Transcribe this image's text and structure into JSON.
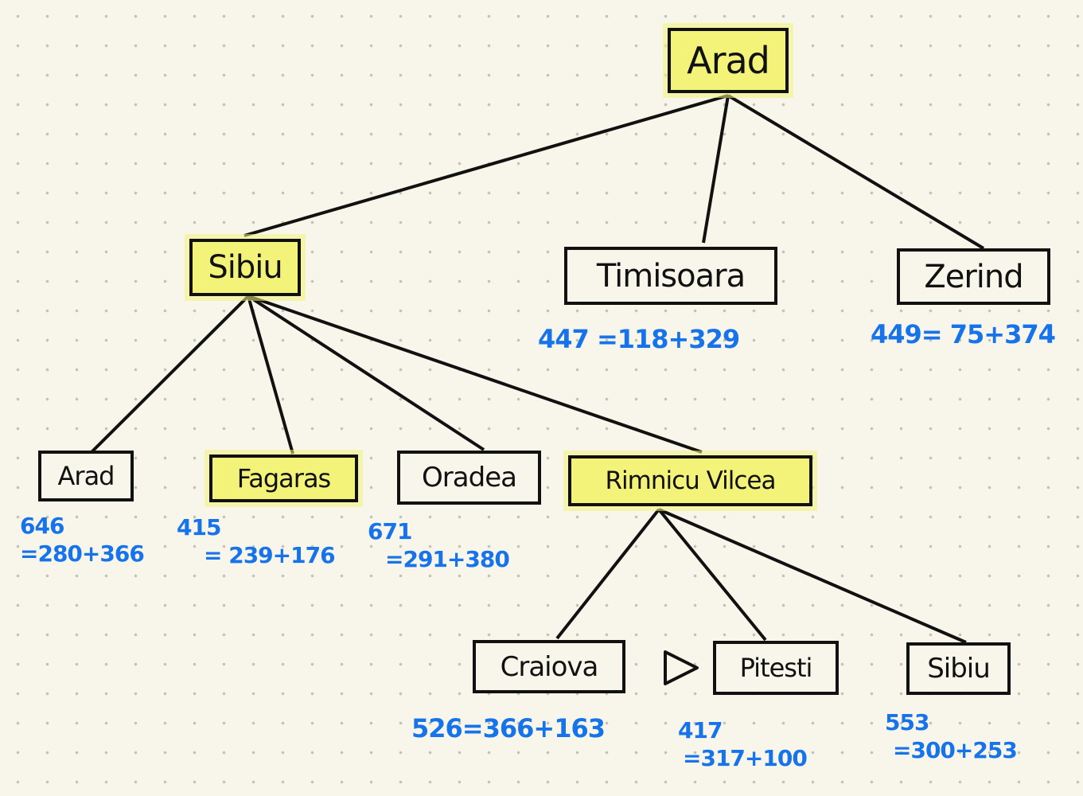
{
  "nodes": {
    "root": {
      "label": "Arad"
    },
    "sibiu": {
      "label": "Sibiu"
    },
    "timisoara": {
      "label": "Timisoara",
      "cost": "447 =118+329"
    },
    "zerind": {
      "label": "Zerind",
      "cost": "449= 75+374"
    },
    "arad2": {
      "label": "Arad",
      "cost_f": "646",
      "cost_sum": "=280+366"
    },
    "fagaras": {
      "label": "Fagaras",
      "cost_f": "415",
      "cost_sum": "= 239+176"
    },
    "oradea": {
      "label": "Oradea",
      "cost_f": "671",
      "cost_sum": "=291+380"
    },
    "rimnicu": {
      "label": "Rimnicu Vilcea"
    },
    "craiova": {
      "label": "Craiova",
      "cost": "526=366+163"
    },
    "pitesti": {
      "label": "Pitesti",
      "cost_f": "417",
      "cost_sum": "=317+100"
    },
    "sibiu2": {
      "label": "Sibiu",
      "cost_f": "553",
      "cost_sum": "=300+253"
    }
  },
  "edges": [
    [
      "root",
      "sibiu"
    ],
    [
      "root",
      "timisoara"
    ],
    [
      "root",
      "zerind"
    ],
    [
      "sibiu",
      "arad2"
    ],
    [
      "sibiu",
      "fagaras"
    ],
    [
      "sibiu",
      "oradea"
    ],
    [
      "sibiu",
      "rimnicu"
    ],
    [
      "rimnicu",
      "craiova"
    ],
    [
      "rimnicu",
      "pitesti"
    ],
    [
      "rimnicu",
      "sibiu2"
    ]
  ],
  "highlighted": [
    "root",
    "sibiu",
    "fagaras",
    "rimnicu"
  ],
  "colors": {
    "highlight": "#f3f37a",
    "cost_text": "#1673ea",
    "stroke": "#111111"
  },
  "marker_icon": "play-triangle-icon"
}
